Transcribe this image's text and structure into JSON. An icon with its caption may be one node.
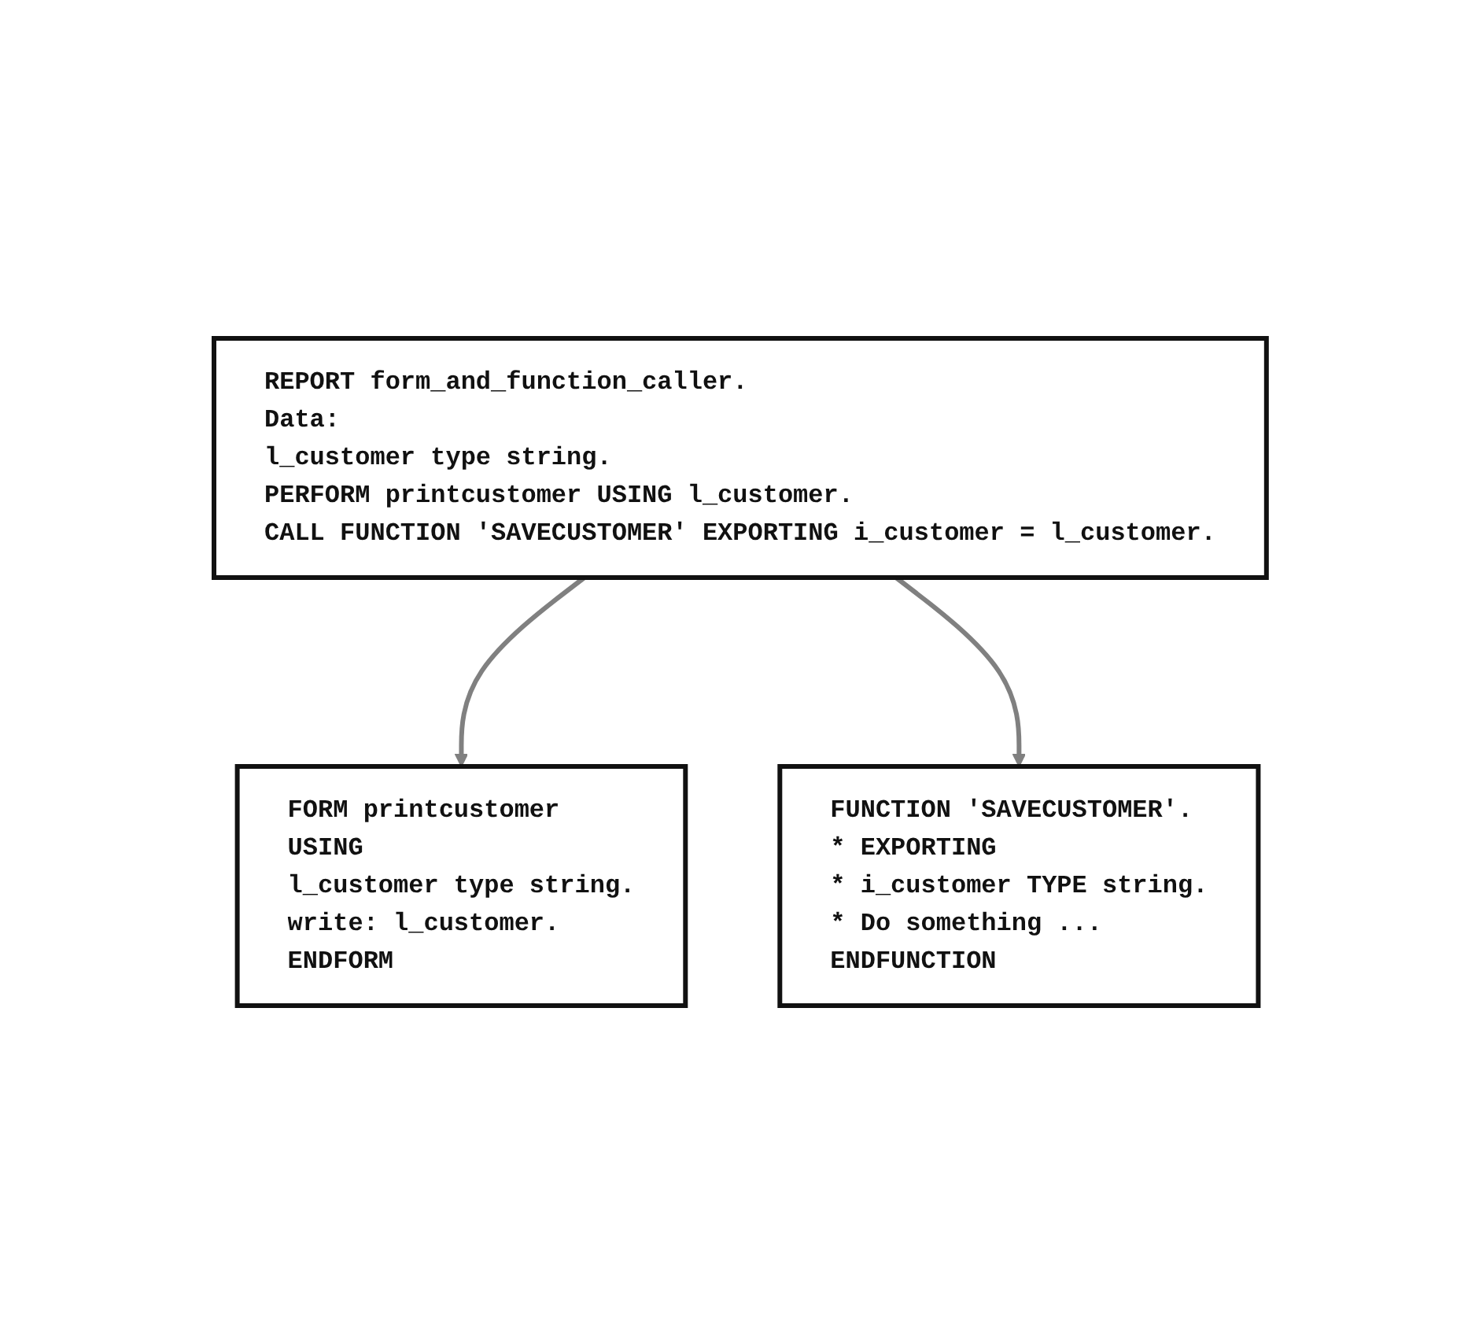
{
  "diagram": {
    "nodes": [
      {
        "text": [
          "REPORT form_and_function_caller.",
          "Data:",
          "l_customer type string.",
          "PERFORM printcustomer USING l_customer.",
          "CALL FUNCTION 'SAVECUSTOMER' EXPORTING i_customer = l_customer."
        ]
      },
      {
        "text": [
          "FORM printcustomer",
          "USING",
          "l_customer type string.",
          "write: l_customer.",
          "ENDFORM"
        ]
      },
      {
        "text": [
          "FUNCTION 'SAVECUSTOMER'.",
          "* EXPORTING",
          "* i_customer TYPE string.",
          "* Do something ...",
          "ENDFUNCTION"
        ]
      }
    ],
    "edges": [
      {
        "from": 0,
        "to": 1,
        "arrow": "to"
      },
      {
        "from": 0,
        "to": 2,
        "arrow": "to"
      }
    ]
  }
}
